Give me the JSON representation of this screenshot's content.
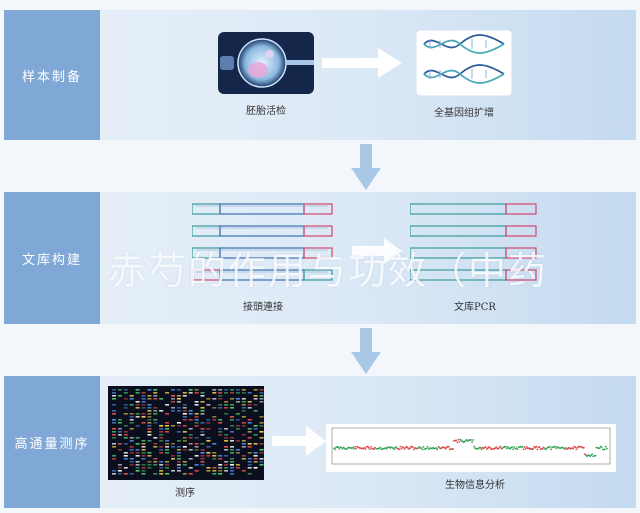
{
  "stages": [
    {
      "label": "样本制备",
      "steps": [
        {
          "caption": "胚胎活检",
          "icon": "embryo-biopsy-image"
        },
        {
          "caption": "全基因组扩增",
          "icon": "dna-double-helix-icon"
        }
      ]
    },
    {
      "label": "文库构建",
      "steps": [
        {
          "caption": "接頭連接",
          "icon": "adapter-ligation-fragments"
        },
        {
          "caption": "文库PCR",
          "icon": "library-pcr-fragments"
        }
      ]
    },
    {
      "label": "高通量测序",
      "steps": [
        {
          "caption": "测序",
          "icon": "sequencing-gel-image"
        },
        {
          "caption": "生物信息分析",
          "icon": "copy-number-plot"
        }
      ]
    }
  ],
  "watermark": "赤芍的作用与功效（中药",
  "colors": {
    "label_bg": "#7fa8d6",
    "arrow": "#a9c8e8",
    "fragment_teal": "#3a9a9a",
    "fragment_blue": "#3c6fb0",
    "fragment_red": "#d2466e"
  }
}
